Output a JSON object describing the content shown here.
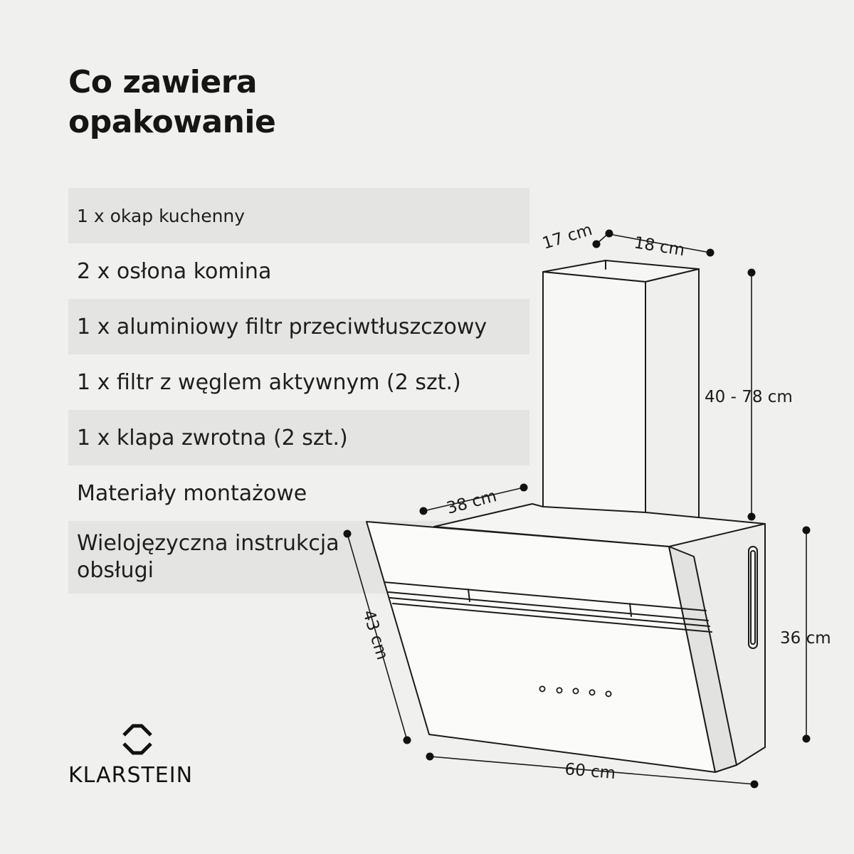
{
  "heading": {
    "line1": "Co zawiera",
    "line2": "opakowanie"
  },
  "contents": [
    {
      "text": "1 x okap kuchenny"
    },
    {
      "text": "2 x osłona komina"
    },
    {
      "text": "1 x aluminiowy filtr przeciwtłuszczowy"
    },
    {
      "text": "1 x filtr z węglem aktywnym (2 szt.)"
    },
    {
      "text": "1 x klapa zwrotna (2 szt.)"
    },
    {
      "text": "Materiały montażowe"
    },
    {
      "text": "Wielojęzyczna instrukcja obsługi"
    }
  ],
  "dimensions": {
    "chimney_depth": "17 cm",
    "chimney_width": "18 cm",
    "chimney_height": "40 - 78 cm",
    "hood_depth": "38 cm",
    "panel_height": "43 cm",
    "hood_height": "36 cm",
    "hood_width": "60 cm"
  },
  "brand": {
    "name": "KLARSTEIN",
    "logo_icon": "klarstein-diamond-logo-icon"
  },
  "colors": {
    "background": "#f0f0ef",
    "row_shade": "#e4e4e3",
    "ink": "#1b1b1b"
  }
}
